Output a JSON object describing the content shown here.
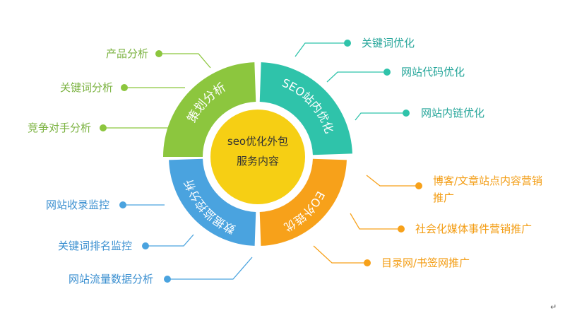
{
  "center": {
    "line1": "seo优化外包",
    "line2": "服务内容",
    "color": "#f6cf14"
  },
  "segments": [
    {
      "id": "strategy",
      "title": "策划分析",
      "color": "#8cc63e",
      "items": [
        "产品分析",
        "关键词分析",
        "竞争对手分析"
      ]
    },
    {
      "id": "onsite",
      "title": "SEO站内优化",
      "color": "#2fc3aa",
      "items": [
        "关键词优化",
        "网站代码优化",
        "网站内链优化"
      ]
    },
    {
      "id": "offsite",
      "title": "SEO外链优化",
      "color": "#f7a11a",
      "items": [
        "博客/文章站点内容营销推广",
        "社会化媒体事件营销推广",
        "目录网/书签网推广"
      ]
    },
    {
      "id": "monitor",
      "title": "数据监控分析",
      "color": "#4aa3df",
      "items": [
        "网站收录监控",
        "关键词排名监控",
        "网站流量数据分析"
      ]
    }
  ],
  "corner_mark": "↵"
}
